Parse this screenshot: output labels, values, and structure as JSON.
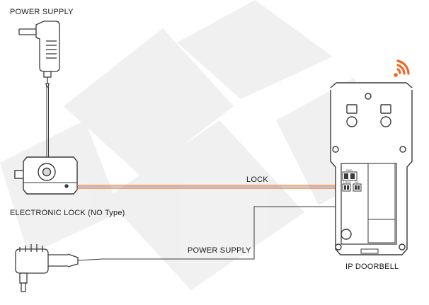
{
  "labels": {
    "power_supply_top": "POWER SUPPLY",
    "electronic_lock": "ELECTRONIC LOCK (NO Type)",
    "lock_wire": "LOCK",
    "power_supply_bottom": "POWER SUPPLY",
    "ip_doorbell": "IP DOORBELL"
  },
  "terminal_labels": {
    "top": "GND",
    "left": "LOCK",
    "right": "DC"
  },
  "colors": {
    "lock_wire": "#f07a3c",
    "wifi_icon": "#f26522",
    "outline": "#3a3a3a",
    "background_shape": "#ebebeb"
  },
  "icons": {
    "wifi": "wifi-icon",
    "power_adapter_top": "power-adapter-icon",
    "power_adapter_bottom": "power-adapter-icon",
    "electronic_lock": "electronic-lock-icon",
    "doorbell": "doorbell-icon"
  }
}
